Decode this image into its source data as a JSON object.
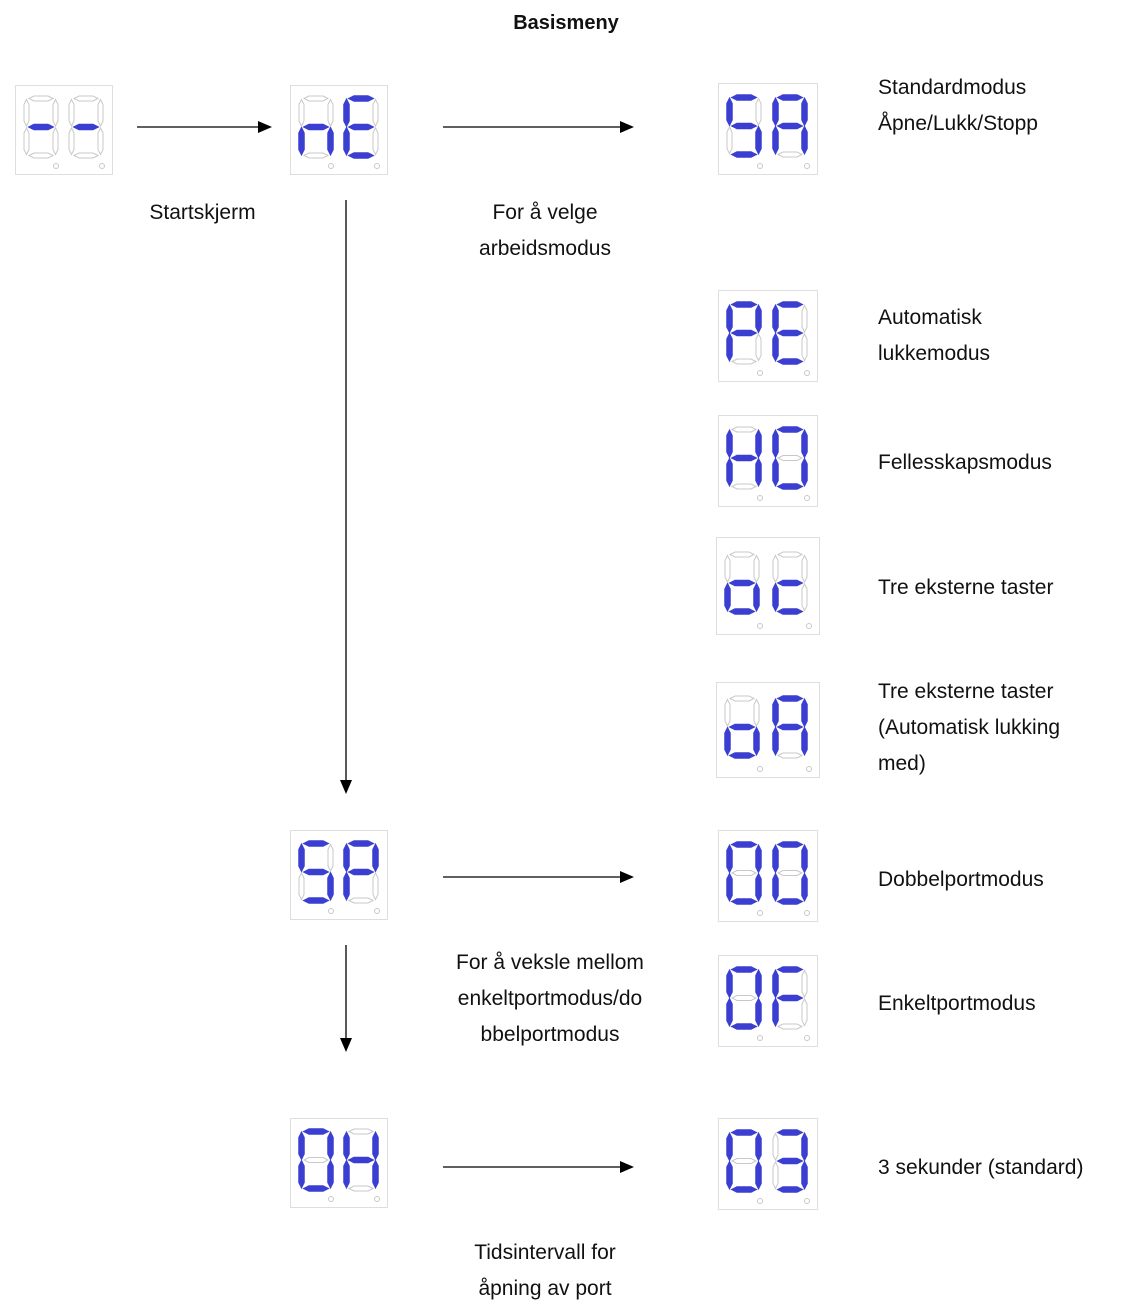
{
  "title": "Basismeny",
  "colors": {
    "segment_on": "#3b3fd1",
    "segment_off": "#c8c8c8",
    "border": "#dedede"
  },
  "displays": {
    "start": "--",
    "ne": "ne",
    "sp": "SP",
    "oh": "OH",
    "sa": "SA",
    "pe": "PE",
    "ho": "HO",
    "oc": "oc",
    "oa": "oA",
    "oo": "OO",
    "of": "OF",
    "o3": "O3"
  },
  "labels": {
    "start": [
      "Startskjerm"
    ],
    "mode_select": [
      "For å velge",
      "arbeidsmodus"
    ],
    "port_switch": [
      "For å veksle mellom",
      "enkeltportmodus/do",
      "bbelportmodus"
    ],
    "interval": [
      "Tidsintervall for",
      "åpning av port"
    ],
    "sa": [
      "Standardmodus",
      "Åpne/Lukk/Stopp"
    ],
    "pe": [
      "Automatisk",
      "lukkemodus"
    ],
    "ho": [
      "Fellesskapsmodus"
    ],
    "oc": [
      "Tre eksterne taster"
    ],
    "oa": [
      "Tre eksterne taster",
      "(Automatisk lukking",
      "med)"
    ],
    "oo": [
      "Dobbelportmodus"
    ],
    "of": [
      "Enkeltportmodus"
    ],
    "o3": [
      "3 sekunder (standard)"
    ]
  }
}
